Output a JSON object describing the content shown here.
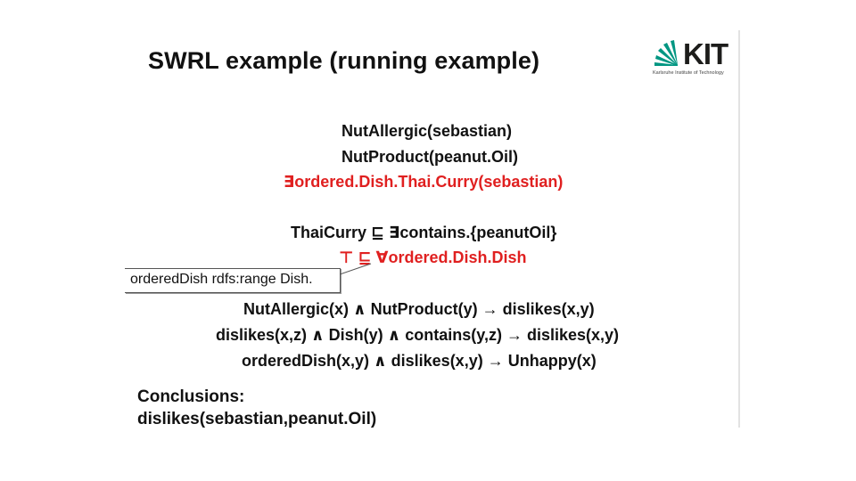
{
  "slide": {
    "title": "SWRL example (running example)",
    "logo": {
      "text": "KIT",
      "subtitle": "Karlsruhe Institute of Technology",
      "green": "#009682"
    },
    "facts": [
      {
        "text": "NutAllergic(sebastian)",
        "color": "#111111"
      },
      {
        "text": "NutProduct(peanut.Oil)",
        "color": "#111111"
      },
      {
        "text": "∃ordered.Dish.Thai.Curry(sebastian)",
        "color": "#e02020"
      }
    ],
    "axioms": [
      {
        "text": "ThaiCurry ⊑ ∃contains.{peanutOil}",
        "color": "#111111"
      },
      {
        "text": "⊤ ⊑ ∀ordered.Dish.Dish",
        "color": "#e02020"
      }
    ],
    "callout": "orderedDish rdfs:range Dish.",
    "rules": [
      "NutAllergic(x) ∧ NutProduct(y) → dislikes(x,y)",
      "dislikes(x,z) ∧ Dish(y) ∧ contains(y,z) → dislikes(x,y)",
      "orderedDish(x,y) ∧ dislikes(x,y) → Unhappy(x)"
    ],
    "conclusions_heading": "Conclusions:",
    "conclusions": [
      "dislikes(sebastian,peanut.Oil)"
    ]
  }
}
